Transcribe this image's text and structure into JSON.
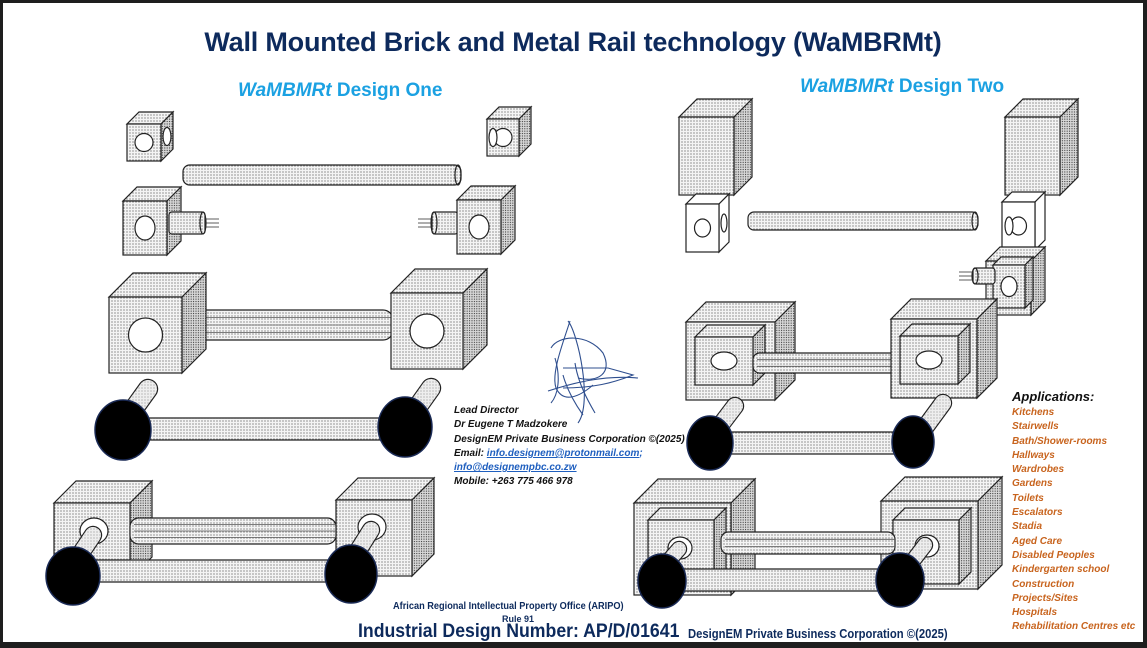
{
  "title": "Wall Mounted Brick and Metal Rail technology (WaMBRMt)",
  "design_one": {
    "label_em": "WaMBMRt",
    "label_rest": " Design One"
  },
  "design_two": {
    "label_em": "WaMBMRt",
    "label_rest": " Design Two"
  },
  "contact": {
    "role": "Lead Director",
    "name": "Dr Eugene T Madzokere",
    "company": "DesignEM Private Business Corporation ©(2025)",
    "email_label": "Email: ",
    "email_1": "info.designem@protonmail.com",
    "email_sep": ";",
    "email_2": "info@designempbc.co.zw",
    "mobile": "Mobile: +263 775 466 978"
  },
  "applications": {
    "heading": "Applications:",
    "items": [
      "Kitchens",
      "Stairwells",
      "Bath/Shower-rooms",
      "Hallways",
      "Wardrobes",
      "Gardens",
      "Toilets",
      "Escalators",
      "Stadia",
      "Aged Care",
      "Disabled Peoples",
      "Kindergarten school",
      "Construction Projects/Sites",
      "Hospitals",
      "Rehabilitation Centres etc"
    ]
  },
  "footer": {
    "office": "African Regional Intellectual Property Office (ARIPO)",
    "rule": "Rule 91",
    "design_number": "Industrial Design Number: AP/D/01641",
    "corporation": "DesignEM Private Business Corporation ©(2025)"
  },
  "colors": {
    "title": "#0d2a5c",
    "subtitle": "#1ba1e2",
    "applications": "#c8641e",
    "link": "#1f5fbf",
    "signature": "#2f4f8f",
    "frame": "#1e1e1e"
  }
}
